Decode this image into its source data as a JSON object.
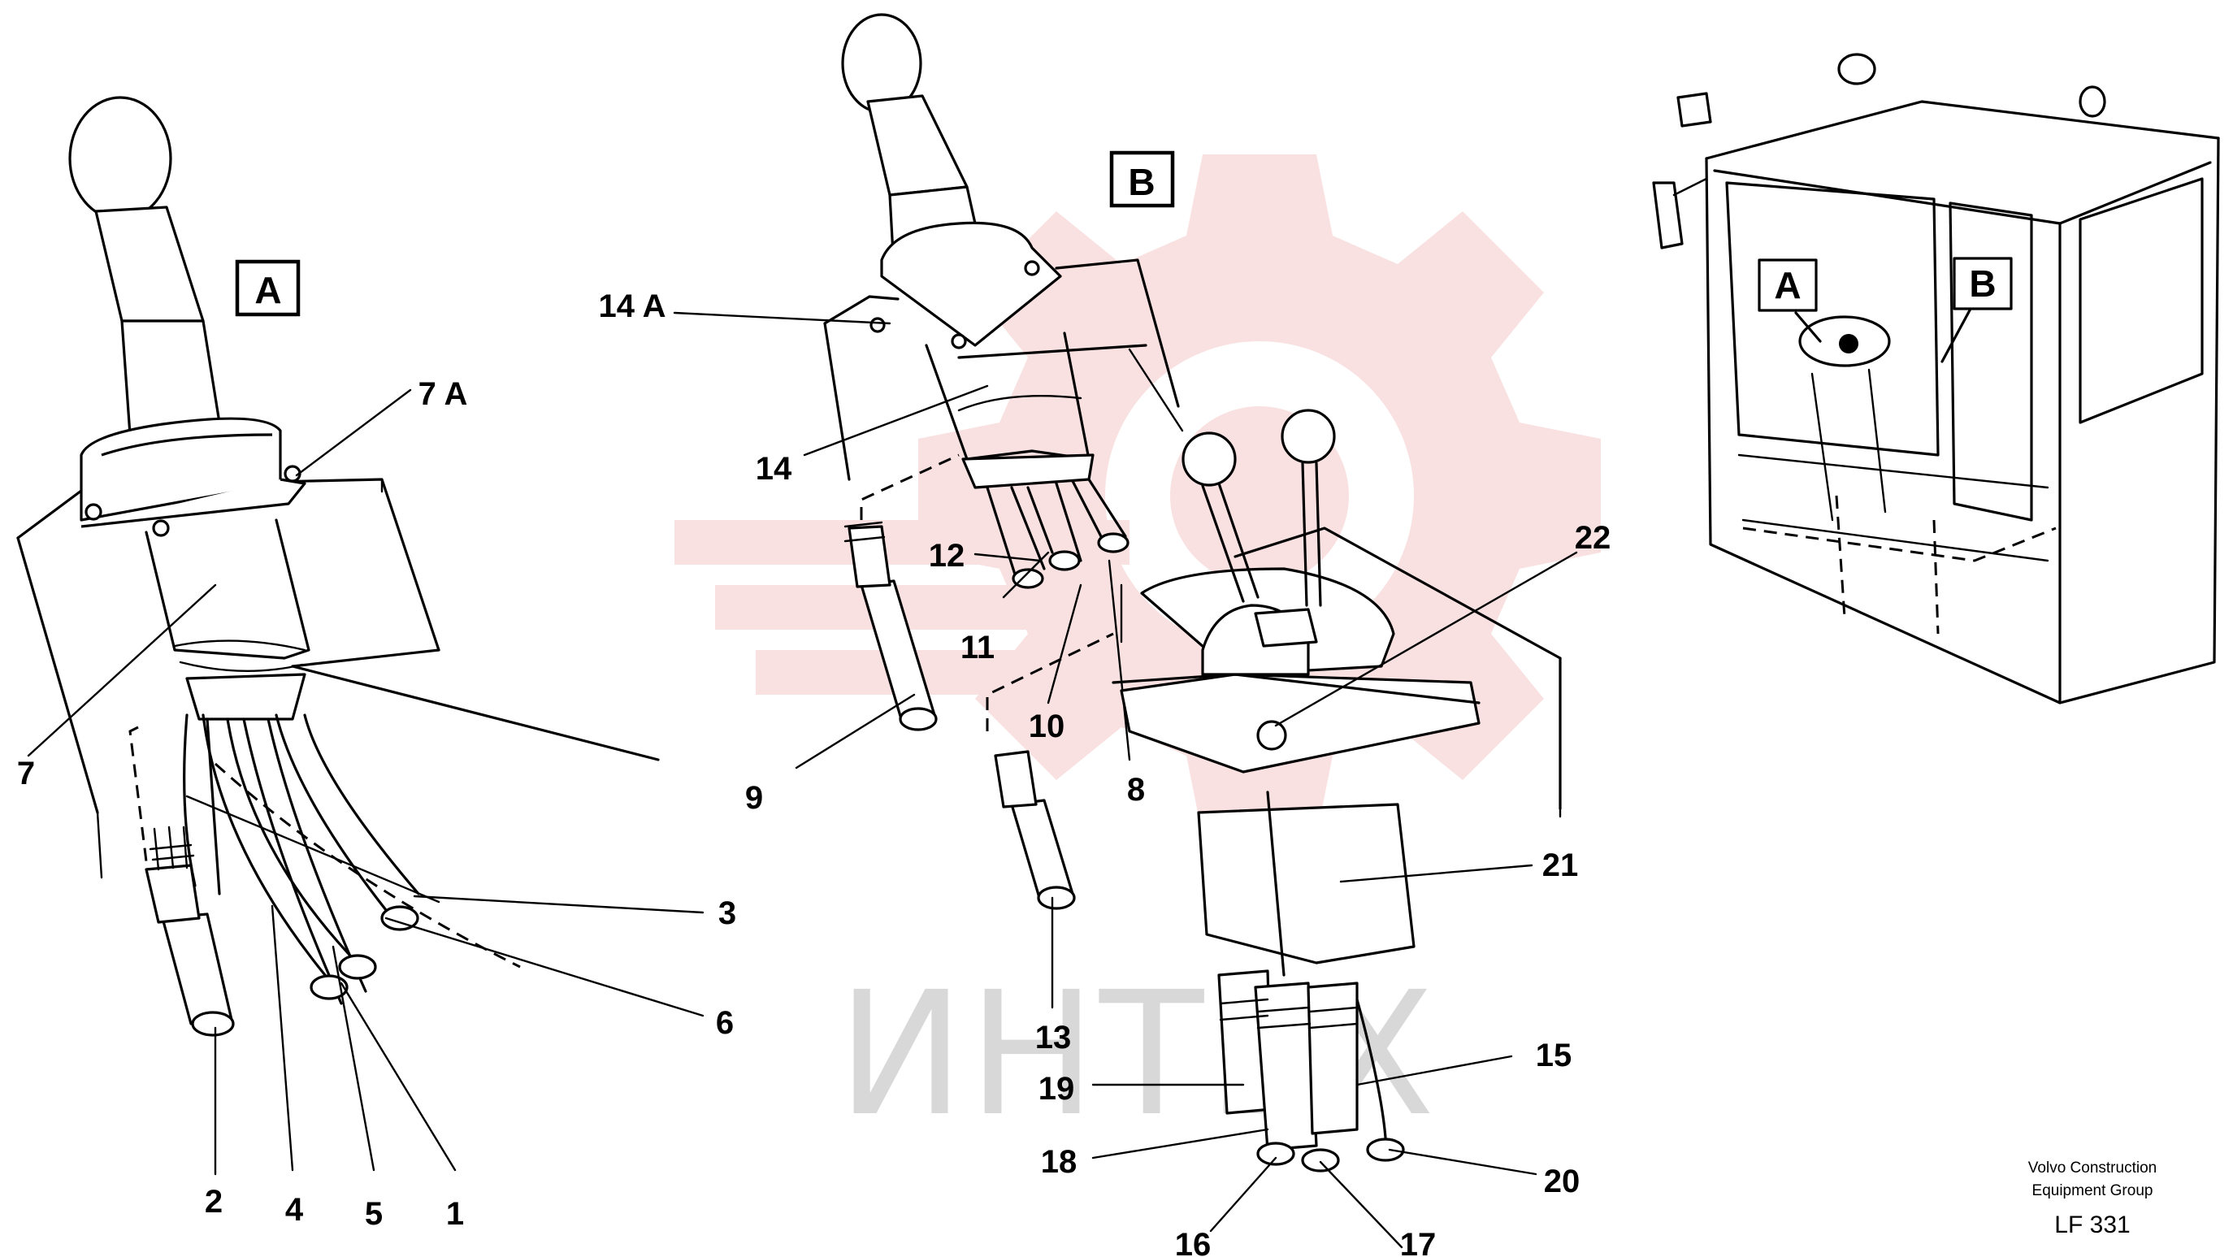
{
  "watermark": {
    "text": "ИНТЕХ",
    "gear_color": "#f7d7d7"
  },
  "views": {
    "a": "A",
    "b": "B"
  },
  "callouts": {
    "c1": "1",
    "c2": "2",
    "c3": "3",
    "c4": "4",
    "c5": "5",
    "c6": "6",
    "c7": "7",
    "c7a": "7 A",
    "c8": "8",
    "c9": "9",
    "c10": "10",
    "c11": "11",
    "c12": "12",
    "c13": "13",
    "c14": "14",
    "c14a": "14 A",
    "c15": "15",
    "c16": "16",
    "c17": "17",
    "c18": "18",
    "c19": "19",
    "c20": "20",
    "c21": "21",
    "c22": "22"
  },
  "cab_inset": {
    "label_a": "A",
    "label_b": "B"
  },
  "credit": {
    "line1": "Volvo Construction",
    "line2": "Equipment Group",
    "code": "LF 331"
  }
}
